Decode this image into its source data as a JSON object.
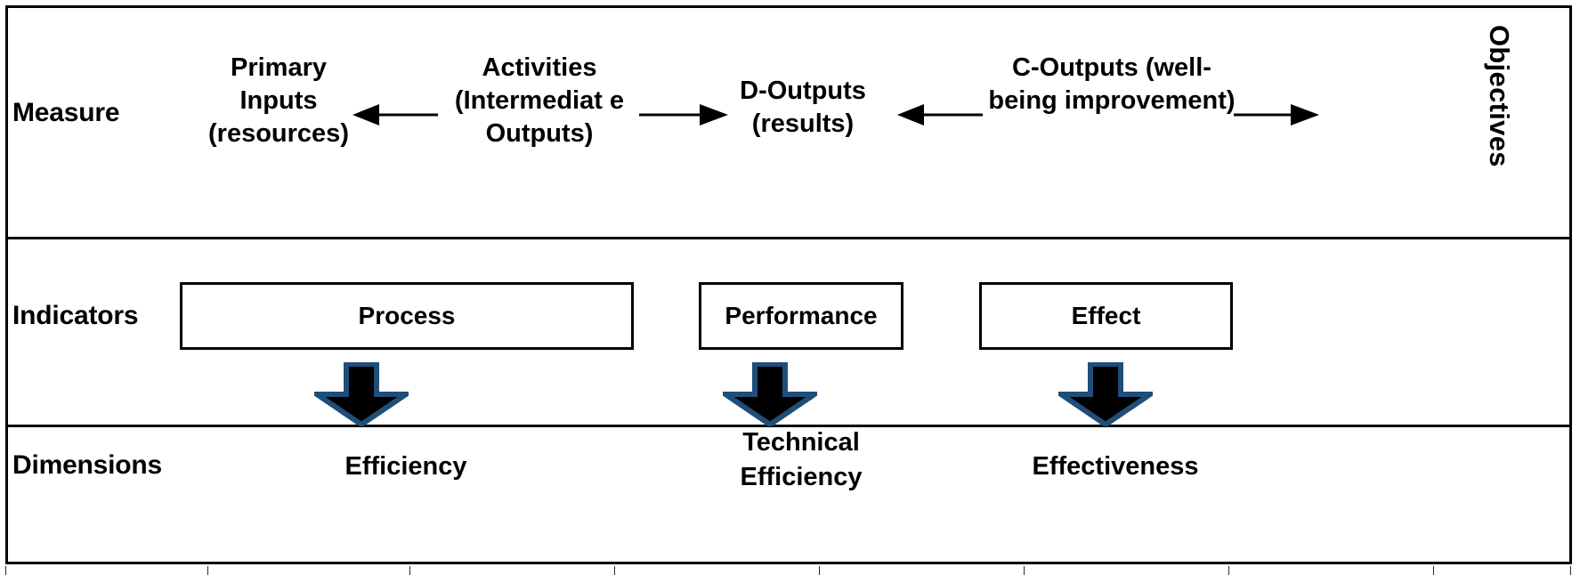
{
  "diagram": {
    "title": "Measure-Indicators-Dimensions framework",
    "colors": {
      "line": "#000000",
      "arrow_fill": "#000000",
      "arrow_outline": "#1F4E79",
      "background": "#FFFFFF"
    }
  },
  "rows": {
    "measure": {
      "label": "Measure",
      "nodes": {
        "primary_inputs": "Primary Inputs (resources)",
        "activities": "Activities (Intermediat e Outputs)",
        "d_outputs": "D-Outputs (results)",
        "c_outputs": "C-Outputs (well-being improvement)",
        "objectives": "Objectives"
      },
      "arrows": [
        {
          "name": "activities-to-primary-inputs",
          "direction": "left"
        },
        {
          "name": "activities-to-d-outputs",
          "direction": "right"
        },
        {
          "name": "c-outputs-to-d-outputs",
          "direction": "left"
        },
        {
          "name": "c-outputs-to-objectives",
          "direction": "right"
        }
      ]
    },
    "indicators": {
      "label": "Indicators",
      "boxes": [
        {
          "name": "process",
          "label": "Process"
        },
        {
          "name": "performance",
          "label": "Performance"
        },
        {
          "name": "effect",
          "label": "Effect"
        }
      ]
    },
    "dimensions": {
      "label": "Dimensions",
      "items": [
        {
          "name": "efficiency",
          "label": "Efficiency"
        },
        {
          "name": "technical-efficiency",
          "label": "Technical Efficiency"
        },
        {
          "name": "effectiveness",
          "label": "Effectiveness"
        }
      ]
    }
  }
}
